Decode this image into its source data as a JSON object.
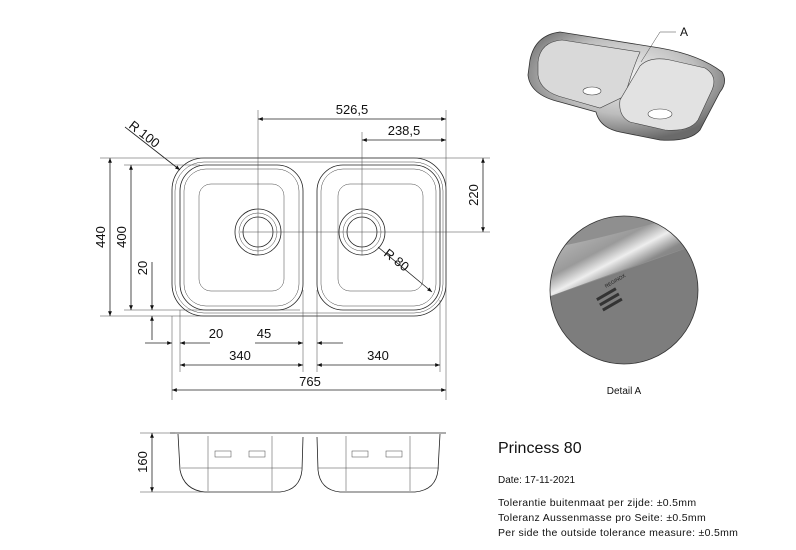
{
  "title": "Princess 80",
  "date": "Date: 17-11-2021",
  "tolerances": [
    "Tolerantie buitenmaat per zijde: ±0.5mm",
    "Toleranz Aussenmasse pro Seite: ±0.5mm",
    "Per side the outside tolerance measure: ±0.5mm"
  ],
  "dimensions": {
    "drain_to_edge": "526,5",
    "drain2_to_edge": "238,5",
    "corner_radius": "R 100",
    "inner_radius": "R 80",
    "outer_depth": "440",
    "bowl_depth": "400",
    "rim_offset": "20",
    "drain_from_top": "220",
    "rim_side": "20",
    "divider": "45",
    "bowl_left_width": "340",
    "bowl_right_width": "340",
    "overall_width": "765",
    "height": "160"
  },
  "detail_marker": "A",
  "detail_caption": "Detail A",
  "detail_logo": "REGINOX"
}
